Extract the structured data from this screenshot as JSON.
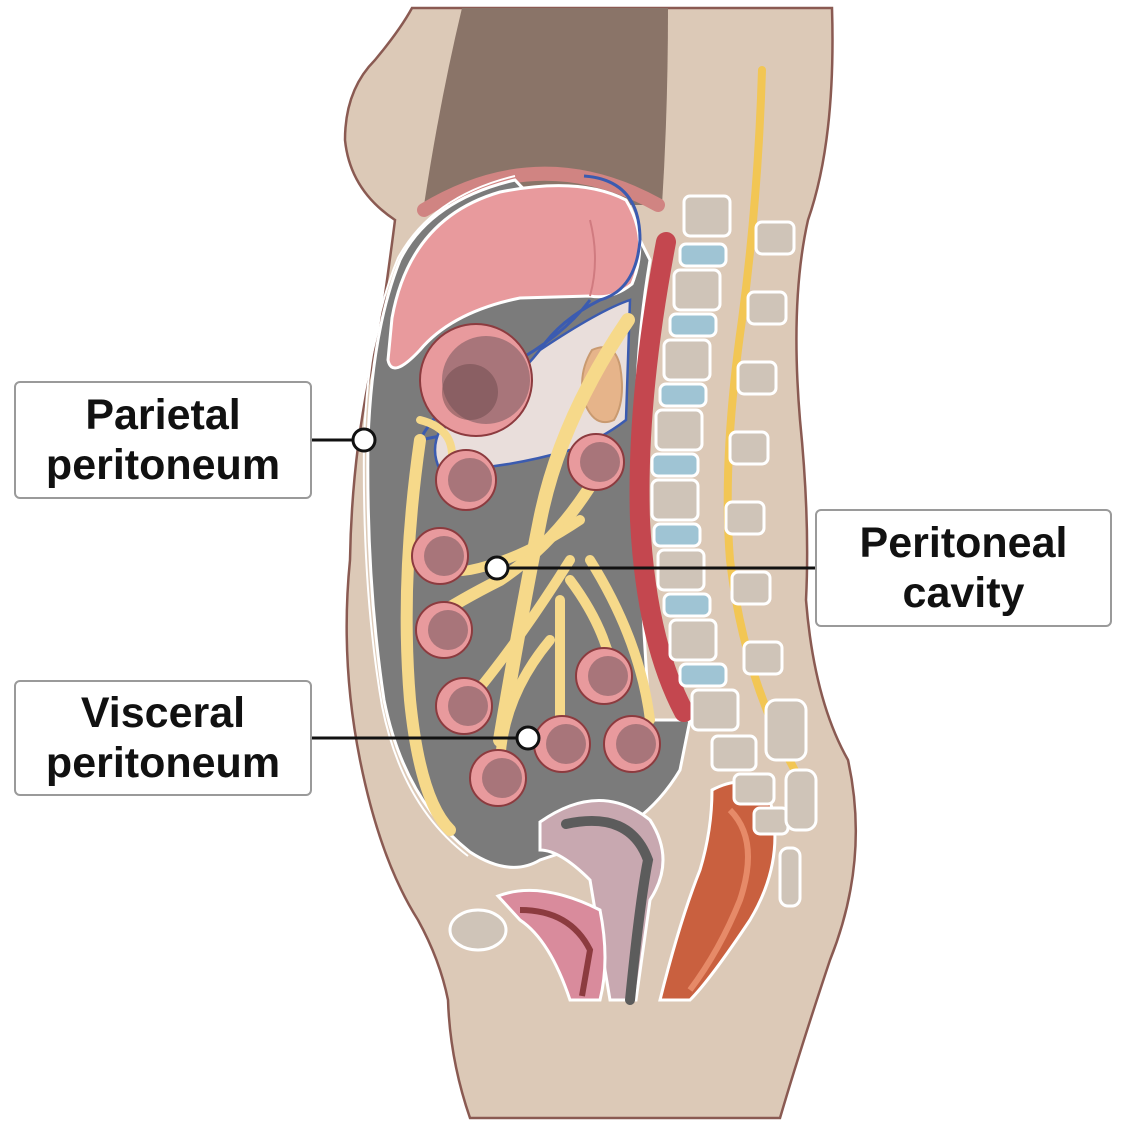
{
  "labels": {
    "parietal": {
      "line1": "Parietal",
      "line2": "peritoneum"
    },
    "peritoneal": {
      "line1": "Peritoneal",
      "line2": "cavity"
    },
    "visceral": {
      "line1": "Visceral",
      "line2": "peritoneum"
    }
  },
  "colors": {
    "skin": "#dcc9b7",
    "skin_outline": "#8a5a52",
    "peritoneal_cavity": "#7b7b7b",
    "mesentery": "#f6d98a",
    "liver": "#e89a9d",
    "intestine": "#a8757a",
    "vertebra": "#cfc4b8",
    "disc": "#9fc4d4",
    "aorta": "#c4474f",
    "spinal_cord": "#f2c654",
    "rectum": "#c9603f",
    "uterus": "#c8a8b0",
    "bladder": "#d98b9c",
    "thorax": "#8a7468"
  }
}
